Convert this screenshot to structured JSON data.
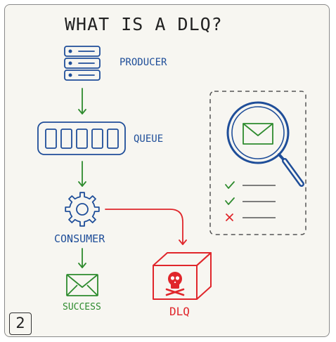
{
  "title": "WHAT IS A DLQ?",
  "nodes": {
    "producer": {
      "label": "PRODUCER",
      "icon": "server-icon"
    },
    "queue": {
      "label": "QUEUE",
      "icon": "queue-icon"
    },
    "consumer": {
      "label": "CONSUMER",
      "icon": "gear-icon"
    },
    "success": {
      "label": "SUCCESS",
      "icon": "envelope-icon"
    },
    "dlq": {
      "label": "DLQ",
      "icon": "skull-box-icon"
    }
  },
  "inspection_panel": {
    "icons": [
      "magnifier-icon",
      "envelope-icon",
      "check-icon",
      "check-icon",
      "cross-icon"
    ]
  },
  "page_number": "2",
  "colors": {
    "blue": "#1f4e99",
    "green": "#2e8b2e",
    "red": "#e0262b",
    "background": "#f7f6f1"
  }
}
